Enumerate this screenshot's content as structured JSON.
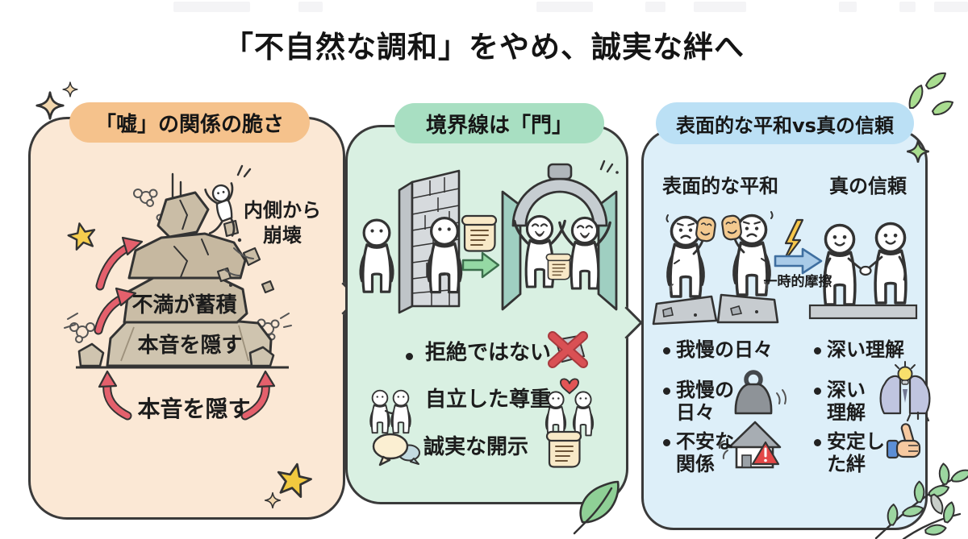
{
  "page": {
    "title": "「不自然な調和」をやめ、誠実な絆へ"
  },
  "panel_lie": {
    "header": "「嘘」の関係の脆さ",
    "collapse_line1": "内側から",
    "collapse_line2": "崩壊",
    "rock_middle_label": "不満が蓄積",
    "rock_bottom_label": "本音を隠す",
    "base_label": "本音を隠す"
  },
  "panel_gate": {
    "header": "境界線は「門」",
    "bullets": {
      "b1": "拒絶ではない",
      "b2": "自立した尊重",
      "b3": "誠実な開示"
    }
  },
  "panel_trust": {
    "header": "表面的な平和vs真の信頼",
    "left_column_title": "表面的な平和",
    "right_column_title": "真の信頼",
    "arrow_label": "一時的摩擦",
    "left_bullets": {
      "b1": "我慢の日々",
      "b2": "我慢の日々",
      "b3": "不安な関係"
    },
    "right_bullets": {
      "b1": "深い理解",
      "b2": "深い理解",
      "b3": "安定した絆"
    }
  },
  "icons": [
    "sparkle-icon",
    "star-icon",
    "rock-pile-icon",
    "person-falling-icon",
    "red-curved-arrow-icon",
    "red-up-arrow-icon",
    "brick-wall-icon",
    "person-icon",
    "scroll-icon",
    "green-arrow-icon",
    "gate-arch-icon",
    "cheering-person-icon",
    "red-cross-icon",
    "people-pair-icon",
    "people-heart-icon",
    "speech-bubbles-icon",
    "masked-people-icon",
    "lightning-icon",
    "blue-arrow-icon",
    "handshake-icon",
    "weight-icon",
    "house-warning-icon",
    "heads-lightbulb-icon",
    "thumbs-up-icon",
    "leaf-icon",
    "branch-icon"
  ],
  "colors": {
    "panel_lie_bg": "#FBE8D5",
    "panel_lie_header": "#F5C28C",
    "panel_gate_bg": "#D9F0E2",
    "panel_gate_header": "#A8DFC2",
    "panel_trust_bg": "#DDEFF9",
    "panel_trust_header": "#BBE0F5",
    "outline": "#333333",
    "red_accent": "#E4606C",
    "star_yellow": "#F6CE4E",
    "leaf_green": "#9CD6A0",
    "arrow_green": "#95D9A4",
    "arrow_blue": "#A9CBE8",
    "lightning_yellow": "#F7C74B",
    "warning_red": "#E34848",
    "mask_tan": "#F3C98F"
  }
}
